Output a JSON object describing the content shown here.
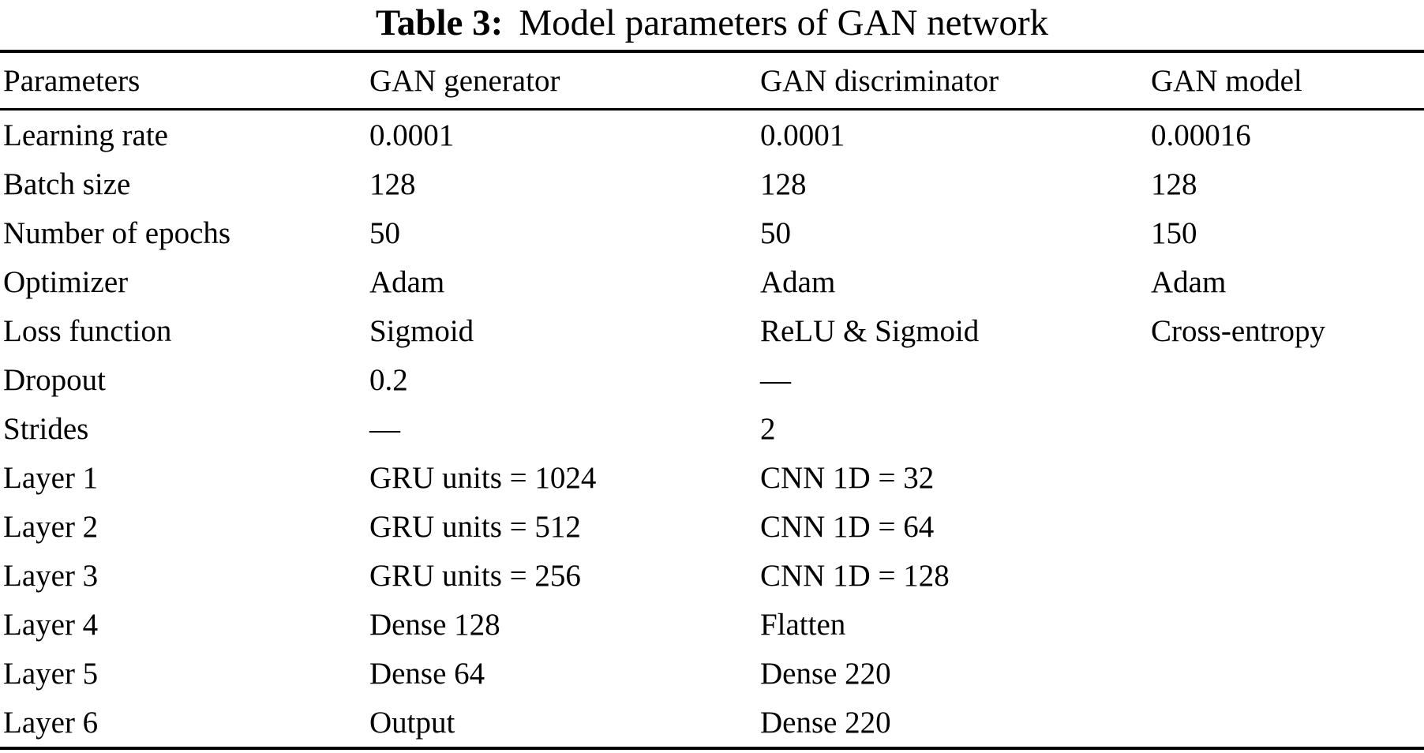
{
  "caption": {
    "label": "Table 3:",
    "text": "Model parameters of GAN network"
  },
  "table": {
    "columns": [
      "Parameters",
      "GAN generator",
      "GAN discriminator",
      "GAN model"
    ],
    "rows": [
      {
        "parameter": "Learning rate",
        "generator": "0.0001",
        "discriminator": "0.0001",
        "model": "0.00016"
      },
      {
        "parameter": "Batch size",
        "generator": "128",
        "discriminator": "128",
        "model": "128"
      },
      {
        "parameter": "Number of epochs",
        "generator": "50",
        "discriminator": "50",
        "model": "150"
      },
      {
        "parameter": "Optimizer",
        "generator": "Adam",
        "discriminator": "Adam",
        "model": "Adam"
      },
      {
        "parameter": "Loss function",
        "generator": "Sigmoid",
        "discriminator": "ReLU & Sigmoid",
        "model": "Cross-entropy"
      },
      {
        "parameter": "Dropout",
        "generator": "0.2",
        "discriminator": "—",
        "model": ""
      },
      {
        "parameter": "Strides",
        "generator": "—",
        "discriminator": "2",
        "model": ""
      },
      {
        "parameter": "Layer 1",
        "generator": "GRU units = 1024",
        "discriminator": "CNN 1D = 32",
        "model": ""
      },
      {
        "parameter": "Layer 2",
        "generator": "GRU units = 512",
        "discriminator": "CNN 1D = 64",
        "model": ""
      },
      {
        "parameter": "Layer 3",
        "generator": "GRU units = 256",
        "discriminator": "CNN 1D = 128",
        "model": ""
      },
      {
        "parameter": "Layer 4",
        "generator": "Dense 128",
        "discriminator": "Flatten",
        "model": ""
      },
      {
        "parameter": "Layer 5",
        "generator": "Dense 64",
        "discriminator": "Dense 220",
        "model": ""
      },
      {
        "parameter": "Layer 6",
        "generator": "Output",
        "discriminator": "Dense 220",
        "model": ""
      }
    ]
  },
  "colors": {
    "text": "#000000",
    "background": "#ffffff",
    "rule": "#000000"
  }
}
